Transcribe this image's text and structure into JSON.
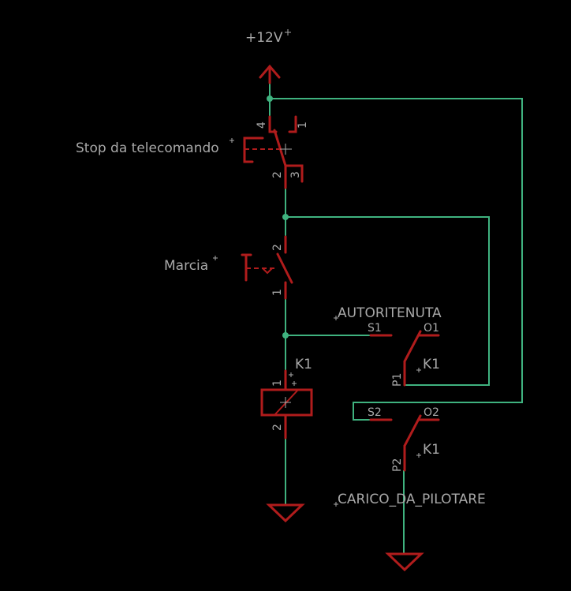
{
  "schematic": {
    "supply_label": "+12V",
    "stop": {
      "label": "Stop da telecomando",
      "pins": [
        "4",
        "1",
        "2",
        "3"
      ]
    },
    "marcia": {
      "label": "Marcia",
      "pins": [
        "2",
        "1"
      ]
    },
    "relay": {
      "name": "K1",
      "pins": [
        "1",
        "2"
      ]
    },
    "contact1": {
      "label": "AUTORITENUTA",
      "name": "K1",
      "pins": [
        "S1",
        "O1",
        "P1"
      ]
    },
    "contact2": {
      "label": "CARICO_DA_PILOTARE",
      "name": "K1",
      "pins": [
        "S2",
        "O2",
        "P2"
      ]
    }
  },
  "colors": {
    "wire": "#3fb27f",
    "symbol": "#b01c1c",
    "text": "#a8a8a8",
    "background": "#000000"
  }
}
